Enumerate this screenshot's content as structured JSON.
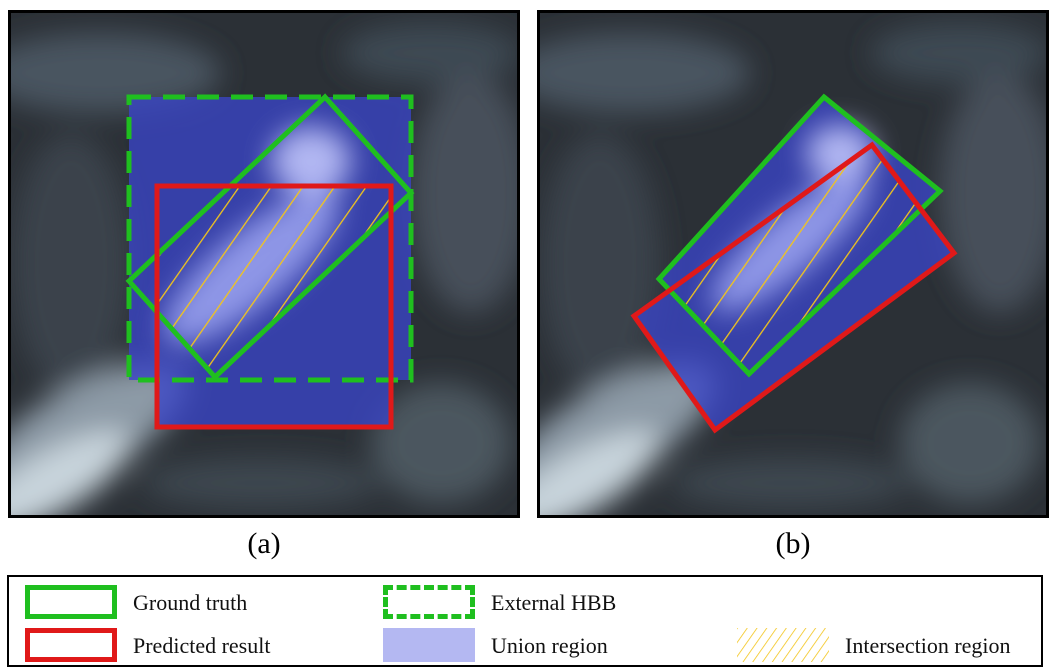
{
  "panels": [
    {
      "id": "a",
      "caption": "(a)"
    },
    {
      "id": "b",
      "caption": "(b)"
    }
  ],
  "legend": {
    "ground_truth": "Ground truth",
    "predicted_result": "Predicted result",
    "external_hbb": "External HBB",
    "union_region": "Union region",
    "intersection_region": "Intersection region"
  },
  "colors": {
    "ground_truth": "#1fbf1f",
    "predicted": "#e01919",
    "union": "#3a45c8",
    "intersection_hatch": "#f3c51a",
    "background_dark": "#2b3036"
  }
}
